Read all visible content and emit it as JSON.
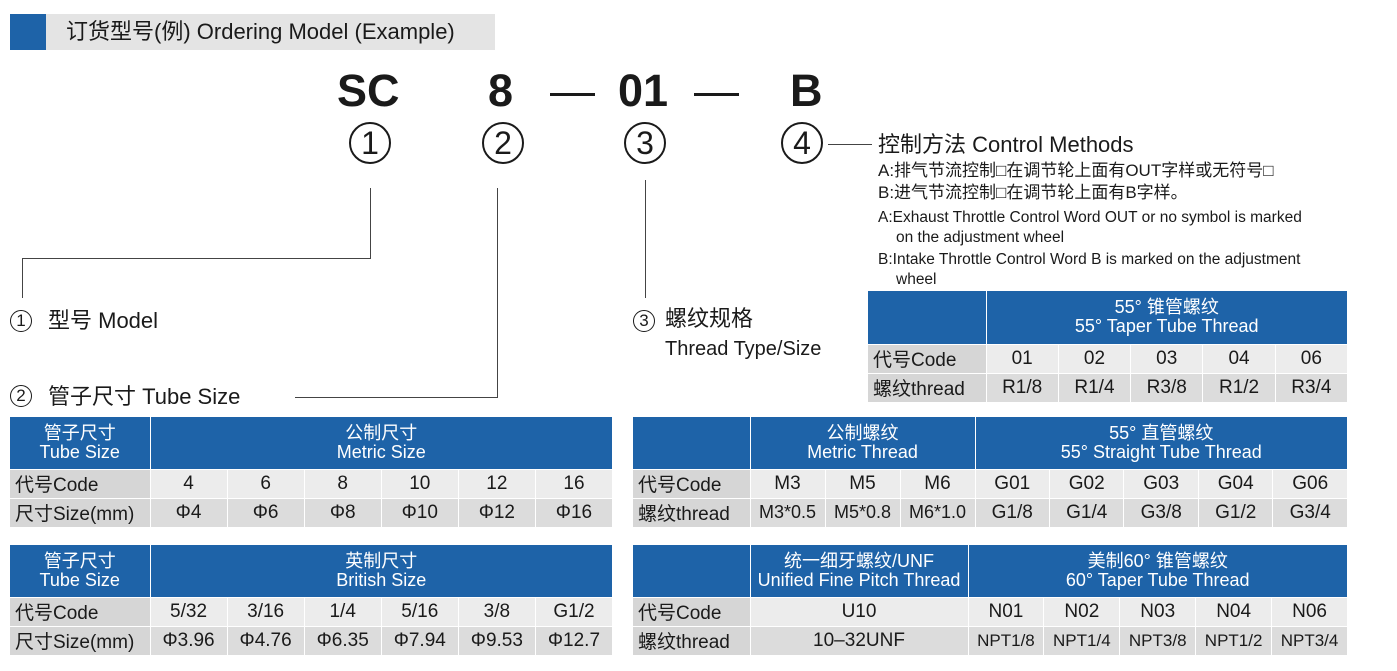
{
  "header": {
    "title": "订货型号(例) Ordering Model (Example)",
    "accent": "#1e63a8"
  },
  "model": {
    "code_sc": "SC",
    "code_8": "8",
    "dash": "—",
    "code_01": "01",
    "code_b": "B",
    "n1": "1",
    "n2": "2",
    "n3": "3",
    "n4": "4"
  },
  "labels": {
    "model": "型号 Model",
    "tube_size": "管子尺寸 Tube Size",
    "thread_cn": "螺纹规格",
    "thread_en": "Thread Type/Size"
  },
  "control": {
    "title": "控制方法 Control Methods",
    "a_cn": "A:排气节流控制□在调节轮上面有OUT字样或无符号□",
    "b_cn": "B:进气节流控制□在调节轮上面有B字样。",
    "a_en_1": "A:Exhaust Throttle Control Word OUT or no symbol is marked",
    "a_en_2": "on the adjustment wheel",
    "b_en_1": "B:Intake Throttle Control Word B is marked on the adjustment",
    "b_en_2": "wheel"
  },
  "taper_table": {
    "head_cn": "55°  锥管螺纹",
    "head_en": "55°  Taper Tube Thread",
    "code_label": "代号Code",
    "thread_label": "螺纹thread",
    "codes": [
      "01",
      "02",
      "03",
      "04",
      "06"
    ],
    "threads": [
      "R1/8",
      "R1/4",
      "R3/8",
      "R1/2",
      "R3/4"
    ]
  },
  "metric_table": {
    "corner_cn": "管子尺寸",
    "corner_en": "Tube Size",
    "head_cn": "公制尺寸",
    "head_en": "Metric Size",
    "code_label": "代号Code",
    "size_label": "尺寸Size(mm)",
    "codes": [
      "4",
      "6",
      "8",
      "10",
      "12",
      "16"
    ],
    "sizes": [
      "Φ4",
      "Φ6",
      "Φ8",
      "Φ10",
      "Φ12",
      "Φ16"
    ]
  },
  "british_table": {
    "corner_cn": "管子尺寸",
    "corner_en": "Tube Size",
    "head_cn": "英制尺寸",
    "head_en": "British Size",
    "code_label": "代号Code",
    "size_label": "尺寸Size(mm)",
    "codes": [
      "5/32",
      "3/16",
      "1/4",
      "5/16",
      "3/8",
      "G1/2"
    ],
    "sizes": [
      "Φ3.96",
      "Φ4.76",
      "Φ6.35",
      "Φ7.94",
      "Φ9.53",
      "Φ12.7"
    ]
  },
  "thread_table_1": {
    "metric_cn": "公制螺纹",
    "metric_en": "Metric Thread",
    "straight_cn": "55°  直管螺纹",
    "straight_en": "55°  Straight Tube Thread",
    "code_label": "代号Code",
    "thread_label": "螺纹thread",
    "codes": [
      "M3",
      "M5",
      "M6",
      "G01",
      "G02",
      "G03",
      "G04",
      "G06"
    ],
    "threads": [
      "M3*0.5",
      "M5*0.8",
      "M6*1.0",
      "G1/8",
      "G1/4",
      "G3/8",
      "G1/2",
      "G3/4"
    ]
  },
  "thread_table_2": {
    "unf_cn": "统一细牙螺纹/UNF",
    "unf_en": "Unified Fine Pitch Thread",
    "npt_cn": "美制60°  锥管螺纹",
    "npt_en": "60°  Taper Tube Thread",
    "code_label": "代号Code",
    "thread_label": "螺纹thread",
    "unf_code": "U10",
    "unf_thread": "10–32UNF",
    "codes": [
      "N01",
      "N02",
      "N03",
      "N04",
      "N06"
    ],
    "threads": [
      "NPT1/8",
      "NPT1/4",
      "NPT3/8",
      "NPT1/2",
      "NPT3/4"
    ]
  }
}
